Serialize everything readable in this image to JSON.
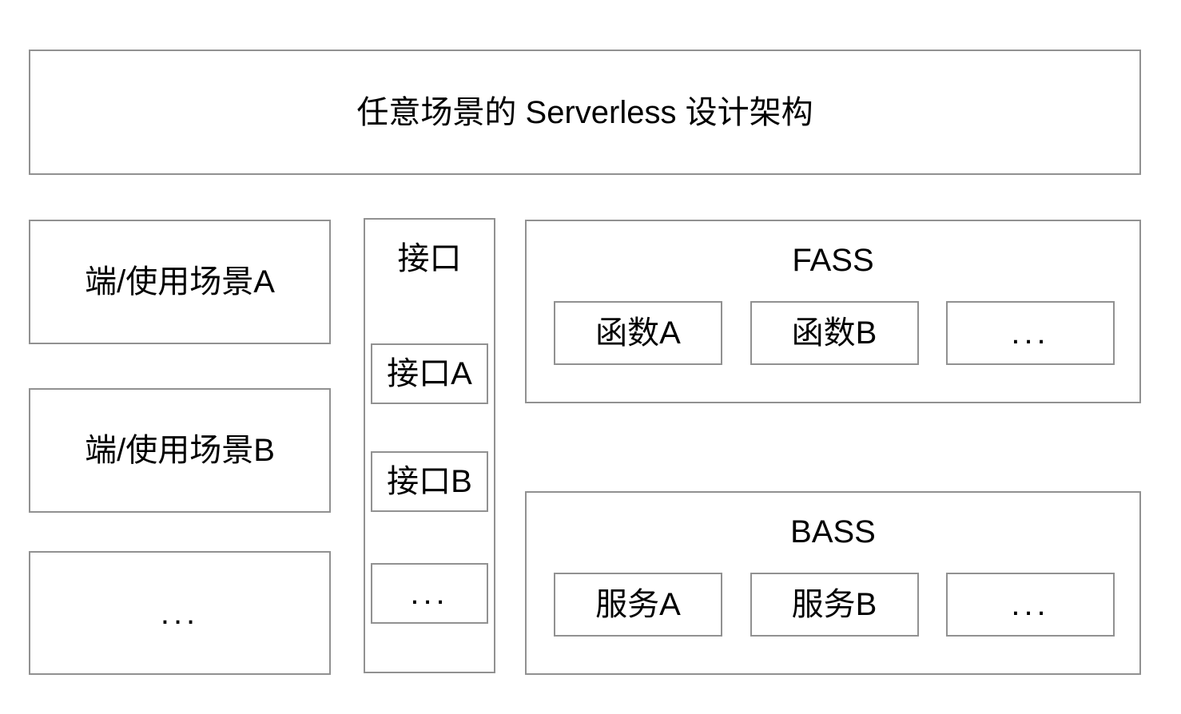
{
  "diagram": {
    "title": "任意场景的 Serverless 设计架构",
    "clients": {
      "items": [
        "端/使用场景A",
        "端/使用场景B",
        "..."
      ]
    },
    "interfaces": {
      "title": "接口",
      "items": [
        "接口A",
        "接口B",
        "..."
      ]
    },
    "fass": {
      "title": "FASS",
      "items": [
        "函数A",
        "函数B",
        "..."
      ]
    },
    "bass": {
      "title": "BASS",
      "items": [
        "服务A",
        "服务B",
        "..."
      ]
    }
  },
  "colors": {
    "background": "#ffffff",
    "box_border": "#919191",
    "text": "#000000"
  }
}
